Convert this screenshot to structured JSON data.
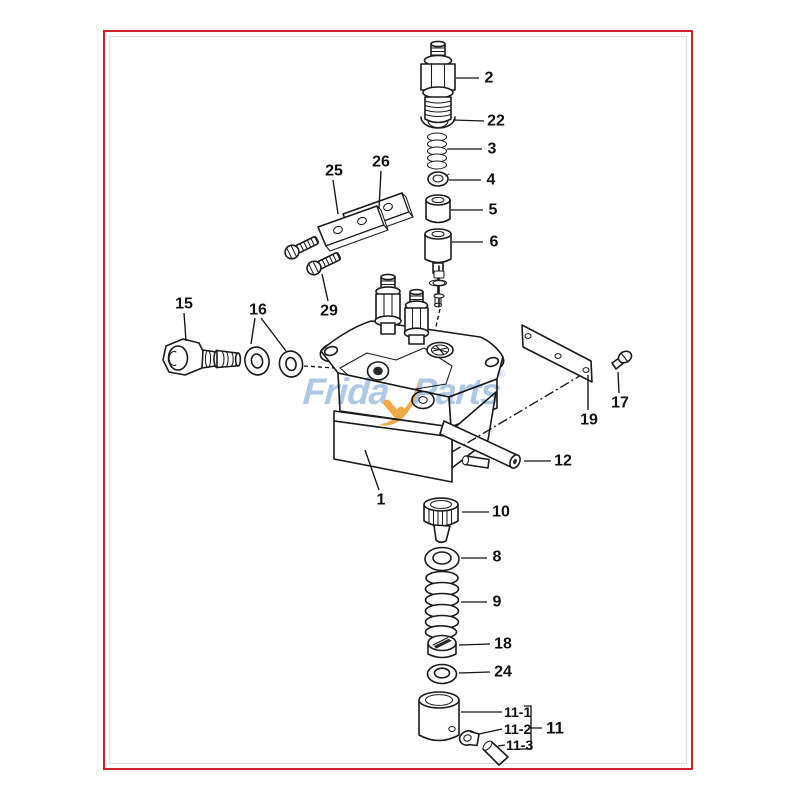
{
  "diagram": {
    "kind": "exploded-parts-diagram",
    "frame_color": "#cb2128",
    "line_color": "#1b1b1b",
    "background": "#ffffff"
  },
  "watermark": {
    "text_left": "Frida",
    "text_right": "Parts",
    "registered": "®",
    "text_color": "#a7c4e4",
    "check_color": "#f0a23a"
  },
  "callouts": {
    "c1": "1",
    "c2": "2",
    "c3": "3",
    "c4": "4",
    "c5": "5",
    "c6": "6",
    "c8": "8",
    "c9": "9",
    "c10": "10",
    "c11": "11",
    "c11_1": "11-1",
    "c11_2": "11-2",
    "c11_3": "11-3",
    "c12": "12",
    "c15": "15",
    "c16": "16",
    "c17": "17",
    "c18": "18",
    "c19": "19",
    "c22": "22",
    "c24": "24",
    "c25": "25",
    "c26": "26",
    "c29": "29"
  }
}
